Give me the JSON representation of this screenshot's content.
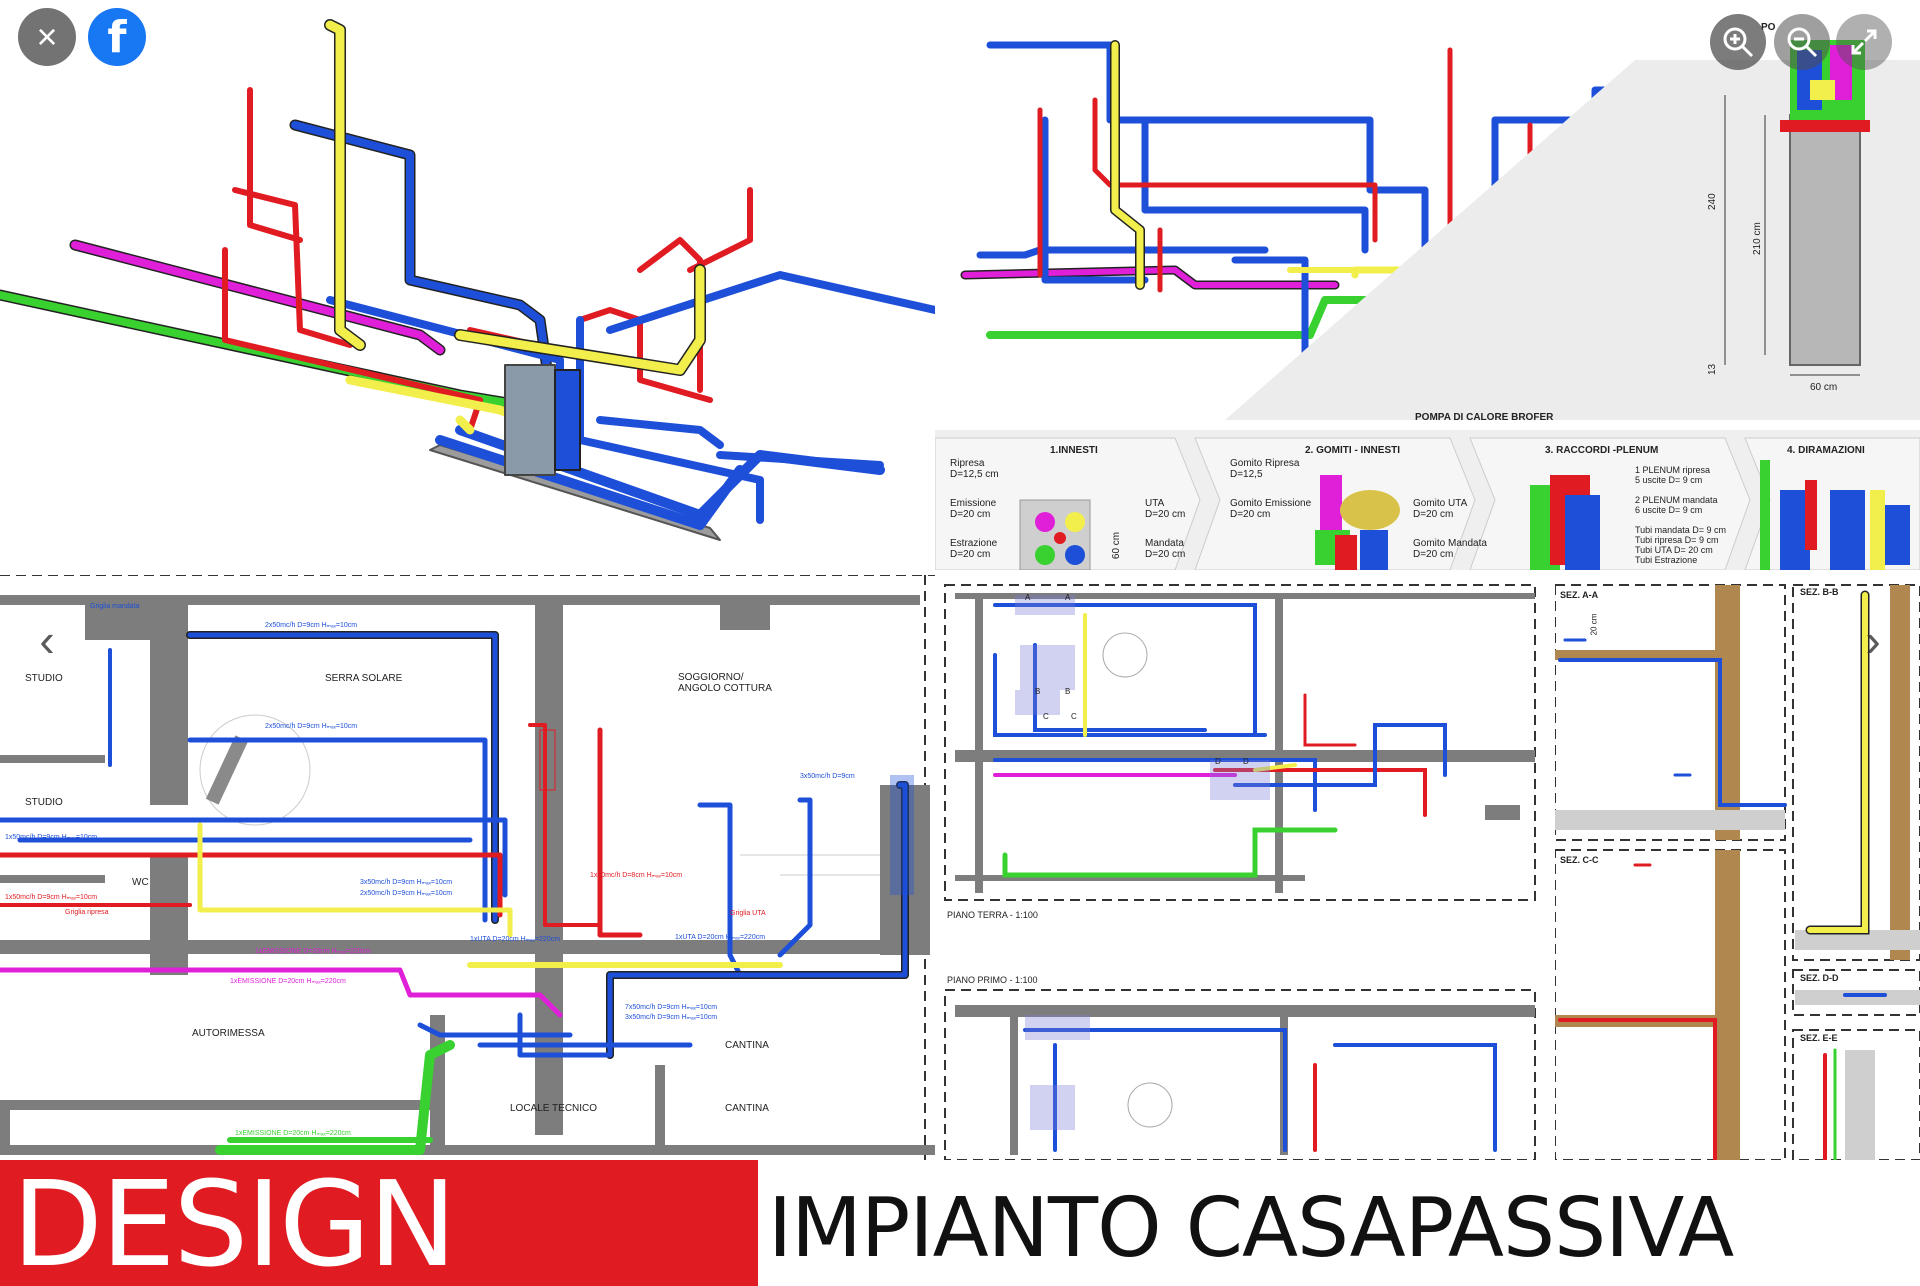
{
  "viewer": {
    "close_icon": "×",
    "facebook_icon": "f",
    "prev_icon": "‹",
    "next_icon": "›"
  },
  "banner": {
    "left_text": "DESIGN",
    "right_text": "IMPIANTO CASAPASSIVA",
    "left_color": "#e01b22"
  },
  "section_view": {
    "title": "POMPA DI CALORE BROFER",
    "dim_240": "240",
    "dim_210": "210 cm",
    "dim_13": "13",
    "dim_60": "60 cm",
    "corner_label": "PO"
  },
  "legend_panels": [
    {
      "title": "1.INNESTI",
      "left_labels": [
        "Ripresa\nD=12,5 cm",
        "Emissione\nD=20 cm",
        "Estrazione\nD=20 cm"
      ],
      "right_labels": [
        "UTA\nD=20 cm",
        "Mandata\nD=20 cm"
      ],
      "dim": "60 cm"
    },
    {
      "title": "2. GOMITI - INNESTI",
      "left_labels": [
        "Gomito Ripresa\nD=12,5",
        "Gomito Emissione\nD=20 cm"
      ],
      "right_labels": [
        "Gomito UTA\nD=20 cm",
        "Gomito Mandata\nD=20 cm"
      ]
    },
    {
      "title": "3. RACCORDI -PLENUM",
      "right_labels": [
        "1 PLENUM ripresa\n5 uscite D= 9 cm",
        "2 PLENUM mandata\n6 uscite D= 9 cm",
        "Tubi mandata D= 9 cm\nTubi ripresa D= 9 cm\nTubi UTA D= 20 cm\nTubi Estrazione"
      ]
    },
    {
      "title": "4. DIRAMAZIONI"
    }
  ],
  "floor_plan": {
    "rooms": [
      "STUDIO",
      "SERRA SOLARE",
      "SOGGIORNO/\nANGOLO COTTURA",
      "STUDIO",
      "WC",
      "AUTORIMESSA",
      "LOCALE TECNICO",
      "CANTINA",
      "CANTINA"
    ],
    "duct_labels": [
      "Griglia mandata",
      "2x50mc/h D=9cm Hₘₐₓ=10cm",
      "2x50mc/h D=9cm Hₘₐₓ=10cm",
      "3x50mc/h D=9cm",
      "1x50mc/h D=9cm Hₘₐₓ=10cm",
      "1x50mc/h D=9cm Hₘₐₓ=10cm",
      "3x50mc/h D=9cm Hₘₐₓ=10cm",
      "2x50mc/h D=9cm Hₘₐₓ=10cm",
      "1x50mc/h D=8cm Hₘₐₓ=10cm",
      "Griglia ripresa",
      "Griglia UTA",
      "1xEMISSIONE D=20cm Hₘₐₓ=220cm",
      "1xEMISSIONE D=20cm Hₘₐₓ=220cm",
      "1xUTA D=20cm Hₘₐₓ=220cm",
      "1xUTA D=20cm Hₘₐₓ=220cm",
      "7x50mc/h D=9cm Hₘₐₓ=10cm",
      "3x50mc/h D=9cm Hₘₐₓ=10cm",
      "1xEMISSIONE D=20cm Hₘₐₓ=220cm"
    ]
  },
  "plans": {
    "ground": "PIANO TERRA - 1:100",
    "first": "PIANO PRIMO - 1:100",
    "markers": [
      "A",
      "A",
      "B",
      "B",
      "C",
      "C",
      "D",
      "D"
    ]
  },
  "sections": {
    "aa": "SEZ. A-A",
    "bb": "SEZ. B-B",
    "cc": "SEZ. C-C",
    "dd": "SEZ. D-D",
    "ee": "SEZ. E-E",
    "dim_20": "20 cm"
  },
  "colors": {
    "red": "#e01b22",
    "blue": "#1d4fd8",
    "yellow": "#f2ee4b",
    "green": "#39d12f",
    "magenta": "#e020d8",
    "wall": "#7d7d7d"
  }
}
